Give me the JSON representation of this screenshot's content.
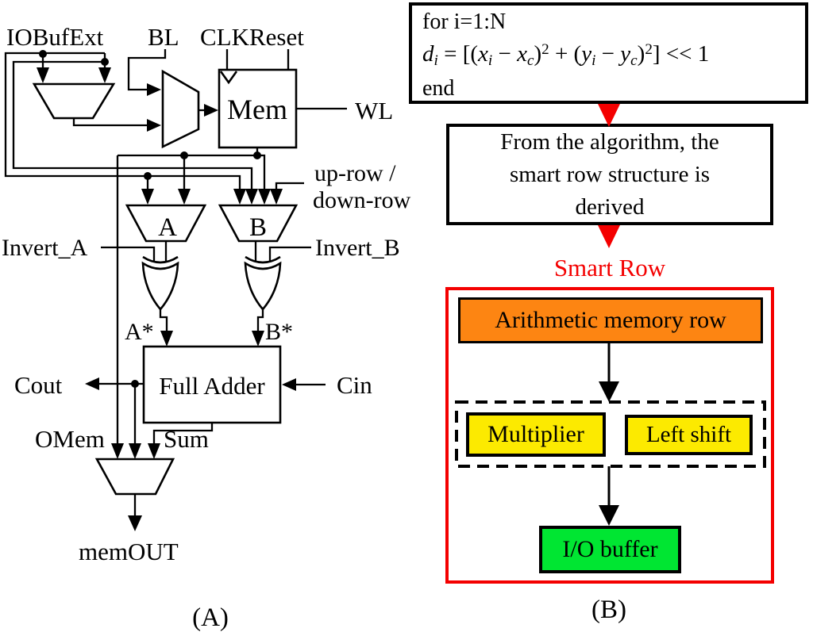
{
  "colors": {
    "red": "#f40000",
    "orange": "#fd8512",
    "yellow": "#fcea00",
    "green": "#00e632",
    "mem_lavender": "#b9b9f2"
  },
  "panel_a": {
    "caption": "(A)",
    "labels": {
      "iobufext": "IOBufExt",
      "bl": "BL",
      "clkreset": "CLKReset",
      "mem": "Mem",
      "wl": "WL",
      "up_row": "up-row /",
      "down_row": "down-row",
      "invert_a": "Invert_A",
      "invert_b": "Invert_B",
      "mux_a": "A",
      "mux_b": "B",
      "a_star": "A*",
      "b_star": "B*",
      "full_adder": "Full Adder",
      "cout": "Cout",
      "cin": "Cin",
      "omem": "OMem",
      "sum": "Sum",
      "memout": "memOUT"
    }
  },
  "panel_b": {
    "caption": "(B)",
    "algorithm_box": {
      "line1": "for i=1:N",
      "line3": "end",
      "formula": {
        "d": "d",
        "d_sub": "i",
        "eq": " = ",
        "open": "[(",
        "x1": "x",
        "x1_sub": "i",
        "minus1": " − ",
        "x2": "x",
        "x2_sub": "c",
        "close1": ")",
        "exp1": "2",
        "plus": " + ",
        "open2": "(",
        "y1": "y",
        "y1_sub": "i",
        "minus2": " − ",
        "y2": "y",
        "y2_sub": "c",
        "close2": ")",
        "exp2": "2",
        "close_bracket": "] ",
        "shift": "<< 1"
      }
    },
    "derived_box": {
      "line1": "From the algorithm, the",
      "line2": "smart row structure is",
      "line3": "derived"
    },
    "smart_row_title": "Smart Row",
    "blocks": {
      "arithmetic_memory_row": "Arithmetic memory row",
      "multiplier": "Multiplier",
      "left_shift": "Left shift",
      "io_buffer": "I/O buffer"
    }
  }
}
